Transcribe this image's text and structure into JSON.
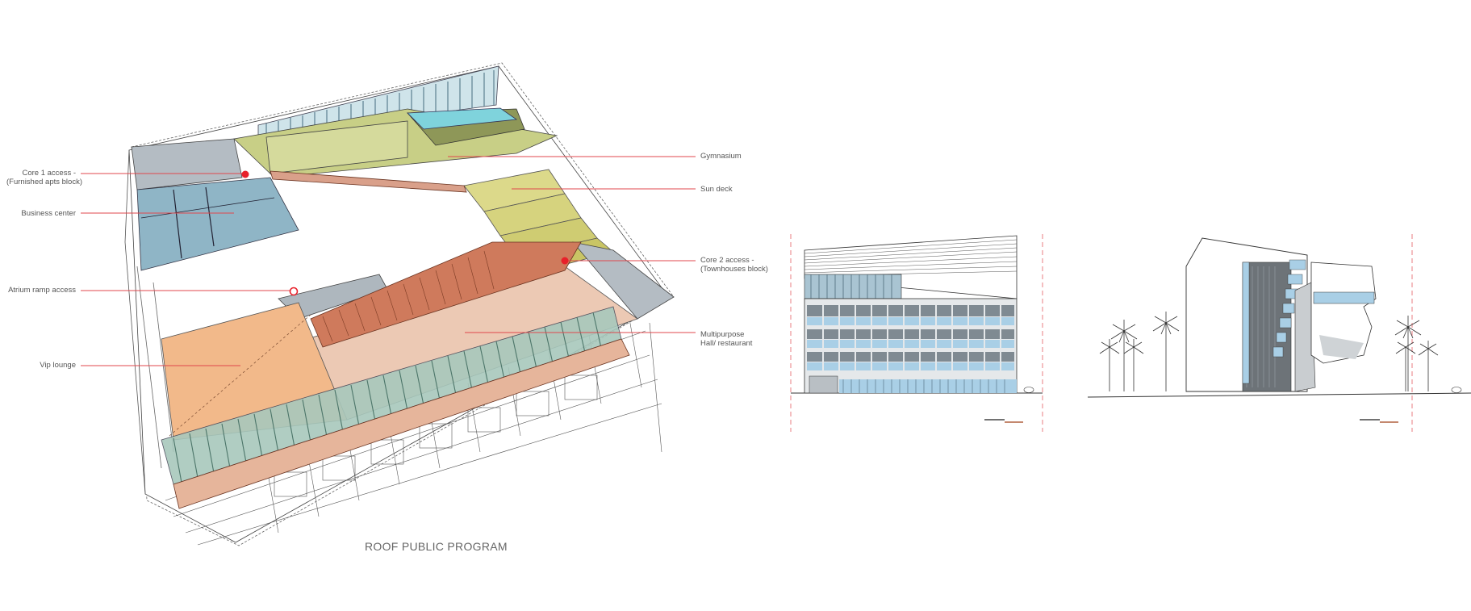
{
  "diagram": {
    "caption": "ROOF PUBLIC PROGRAM",
    "labels_left": {
      "core1_line1": "Core 1 access -",
      "core1_line2": "(Furnished apts block)",
      "business_center": "Business center",
      "atrium_ramp": "Atrium ramp access",
      "vip_lounge": "Vip lounge"
    },
    "labels_right": {
      "gymnasium": "Gymnasium",
      "sun_deck": "Sun deck",
      "core2_line1": "Core 2 access -",
      "core2_line2": "(Townhouses block)",
      "multipurpose_line1": "Multipurpose",
      "multipurpose_line2": "Hall/ restaurant"
    }
  },
  "colors": {
    "leader_line": "#e0474c",
    "marker": "#e8202a",
    "gym_green": "#c8cf86",
    "pool_blue": "#7fd3dc",
    "business_blue": "#8fb5c6",
    "core_grey": "#b4bcc3",
    "vip_orange": "#f2b98a",
    "hall_peach": "#ecc9b4",
    "ramp_rust": "#cf7a5c",
    "sundeck_yellow": "#dcd98a",
    "glass_green": "#8ab5a8",
    "elevation_blue": "#a9cfe6"
  },
  "icons": {
    "red_dot": "core-access-marker",
    "ring": "atrium-ramp-marker",
    "palm": "palm-tree",
    "scale_bar": "scale-bar"
  }
}
